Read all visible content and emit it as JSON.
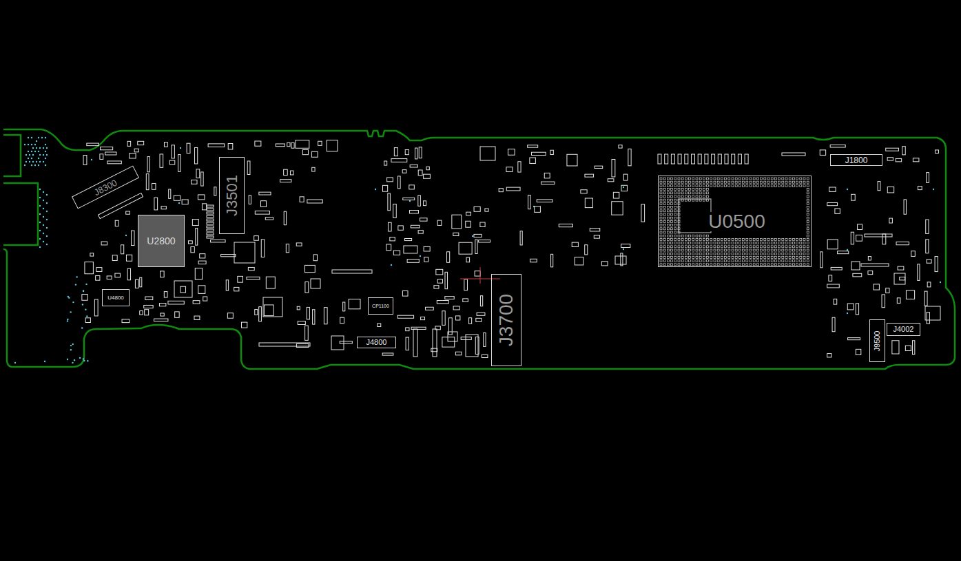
{
  "diagram": {
    "nodes": [
      {
        "text": [
          "J8300"
        ]
      },
      {
        "text": [
          "U2800"
        ]
      },
      {
        "text": [
          "J3501"
        ]
      },
      {
        "text": [
          "U4800"
        ]
      },
      {
        "text": [
          "CP1100"
        ]
      },
      {
        "text": [
          "J4800"
        ]
      },
      {
        "text": [
          "J3700"
        ]
      },
      {
        "text": [
          "U0500"
        ]
      },
      {
        "text": [
          "J1800"
        ]
      },
      {
        "text": [
          "J9500"
        ]
      },
      {
        "text": [
          "J4002"
        ]
      }
    ]
  }
}
